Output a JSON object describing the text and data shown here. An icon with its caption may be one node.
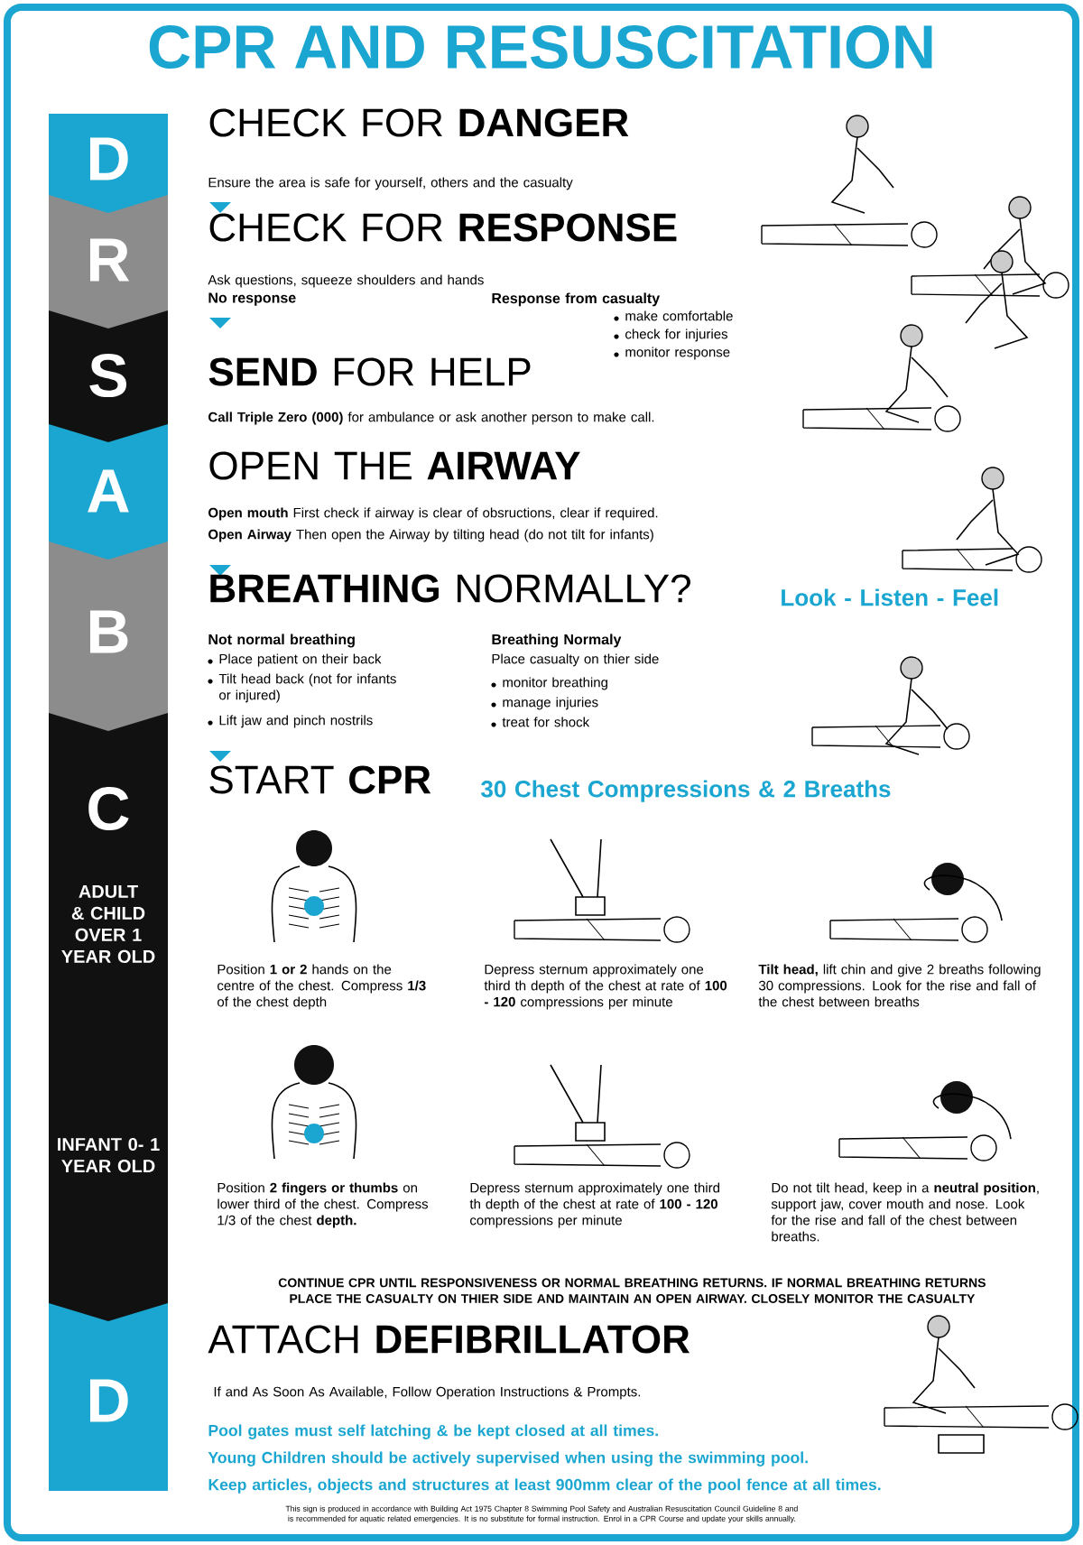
{
  "diagram": {
    "title": "CPR AND RESUSCITATION",
    "nodes": [
      {
        "text": [
          "D"
        ]
      },
      {
        "text": [
          "R"
        ]
      },
      {
        "text": [
          "S"
        ]
      },
      {
        "text": [
          "A"
        ]
      },
      {
        "text": [
          "B"
        ]
      },
      {
        "text": [
          "C",
          "ADULT & CHILD OVER 1 YEAR OLD",
          "INFANT 0- 1 YEAR OLD"
        ]
      },
      {
        "text": [
          "D"
        ]
      }
    ],
    "labels": [
      "CHECK FOR **DANGER**",
      "Ensure the area is safe for yourself, others and the casualty",
      "CHECK FOR **RESPONSE**",
      "Ask questions, squeeze shoulders and hands",
      "No response",
      "Response from casualty",
      "make comfortable",
      "check for injuries",
      "monitor response",
      "**SEND** FOR HELP",
      "**Call Triple Zero (000)** for ambulance or ask another person to make call.",
      "OPEN THE **AIRWAY**",
      "**Open mouth** First check if airway is clear of obsructions, clear if required.",
      "**Open Airway** Then open the Airway by tilting head (do not tilt for infants)",
      "**BREATHING** NORMALLY?",
      "Look - Listen - Feel",
      "Not normal breathing",
      "Place patient on their back",
      "Tilt head back (not for infants or injured)",
      "Lift jaw and pinch nostrils",
      "Breathing Normaly",
      "Place casualty on thier side",
      "monitor breathing",
      "manage injuries",
      "treat for shock",
      "START **CPR**",
      "30 Chest Compressions & 2 Breaths",
      "Position **1 or 2** hands on the centre of the chest. Compress **1/3** of the chest depth",
      "Depress sternum approximately one third th depth of the chest at rate of **100 - 120** compressions per minute",
      "**Tilt head,** lift chin and give 2 breaths following 30 compressions. Look for the rise and fall of the chest between breaths",
      "Position **2 fingers or thumbs** on lower third of the chest. Compress 1/3 of the chest **depth.**",
      "Depress sternum approximately one third th depth of the chest at rate of **100 - 120** compressions per minute",
      "Do not tilt head, keep in a **neutral position**, support jaw, cover mouth and nose. Look for the rise and fall of the chest between breaths.",
      "CONTINUE CPR UNTIL RESPONSIVENESS OR NORMAL BREATHING RETURNS. IF NORMAL BREATHING RETURNS PLACE THE CASUALTY ON THIER SIDE AND MAINTAIN AN OPEN AIRWAY. CLOSELY MONITOR THE CASUALTY",
      "ATTACH **DEFIBRILLATOR**",
      "If and As Soon As Available, Follow Operation Instructions & Prompts.",
      "Pool gates must self latching & be kept closed at all times.",
      "Young Children should be actively supervised when using the swimming pool.",
      "Keep articles, objects and structures at least 900mm clear of the pool fence at all times.",
      "This sign is produced in accordance with Building Act 1975 Chapter 8 Swimming Pool Safety and Australian Resuscitation Council Guideline 8 and is recommended for aquatic related emergencies. It is no substitute for formal instruction. Enrol in a CPR Course and update your skills annually."
    ]
  }
}
